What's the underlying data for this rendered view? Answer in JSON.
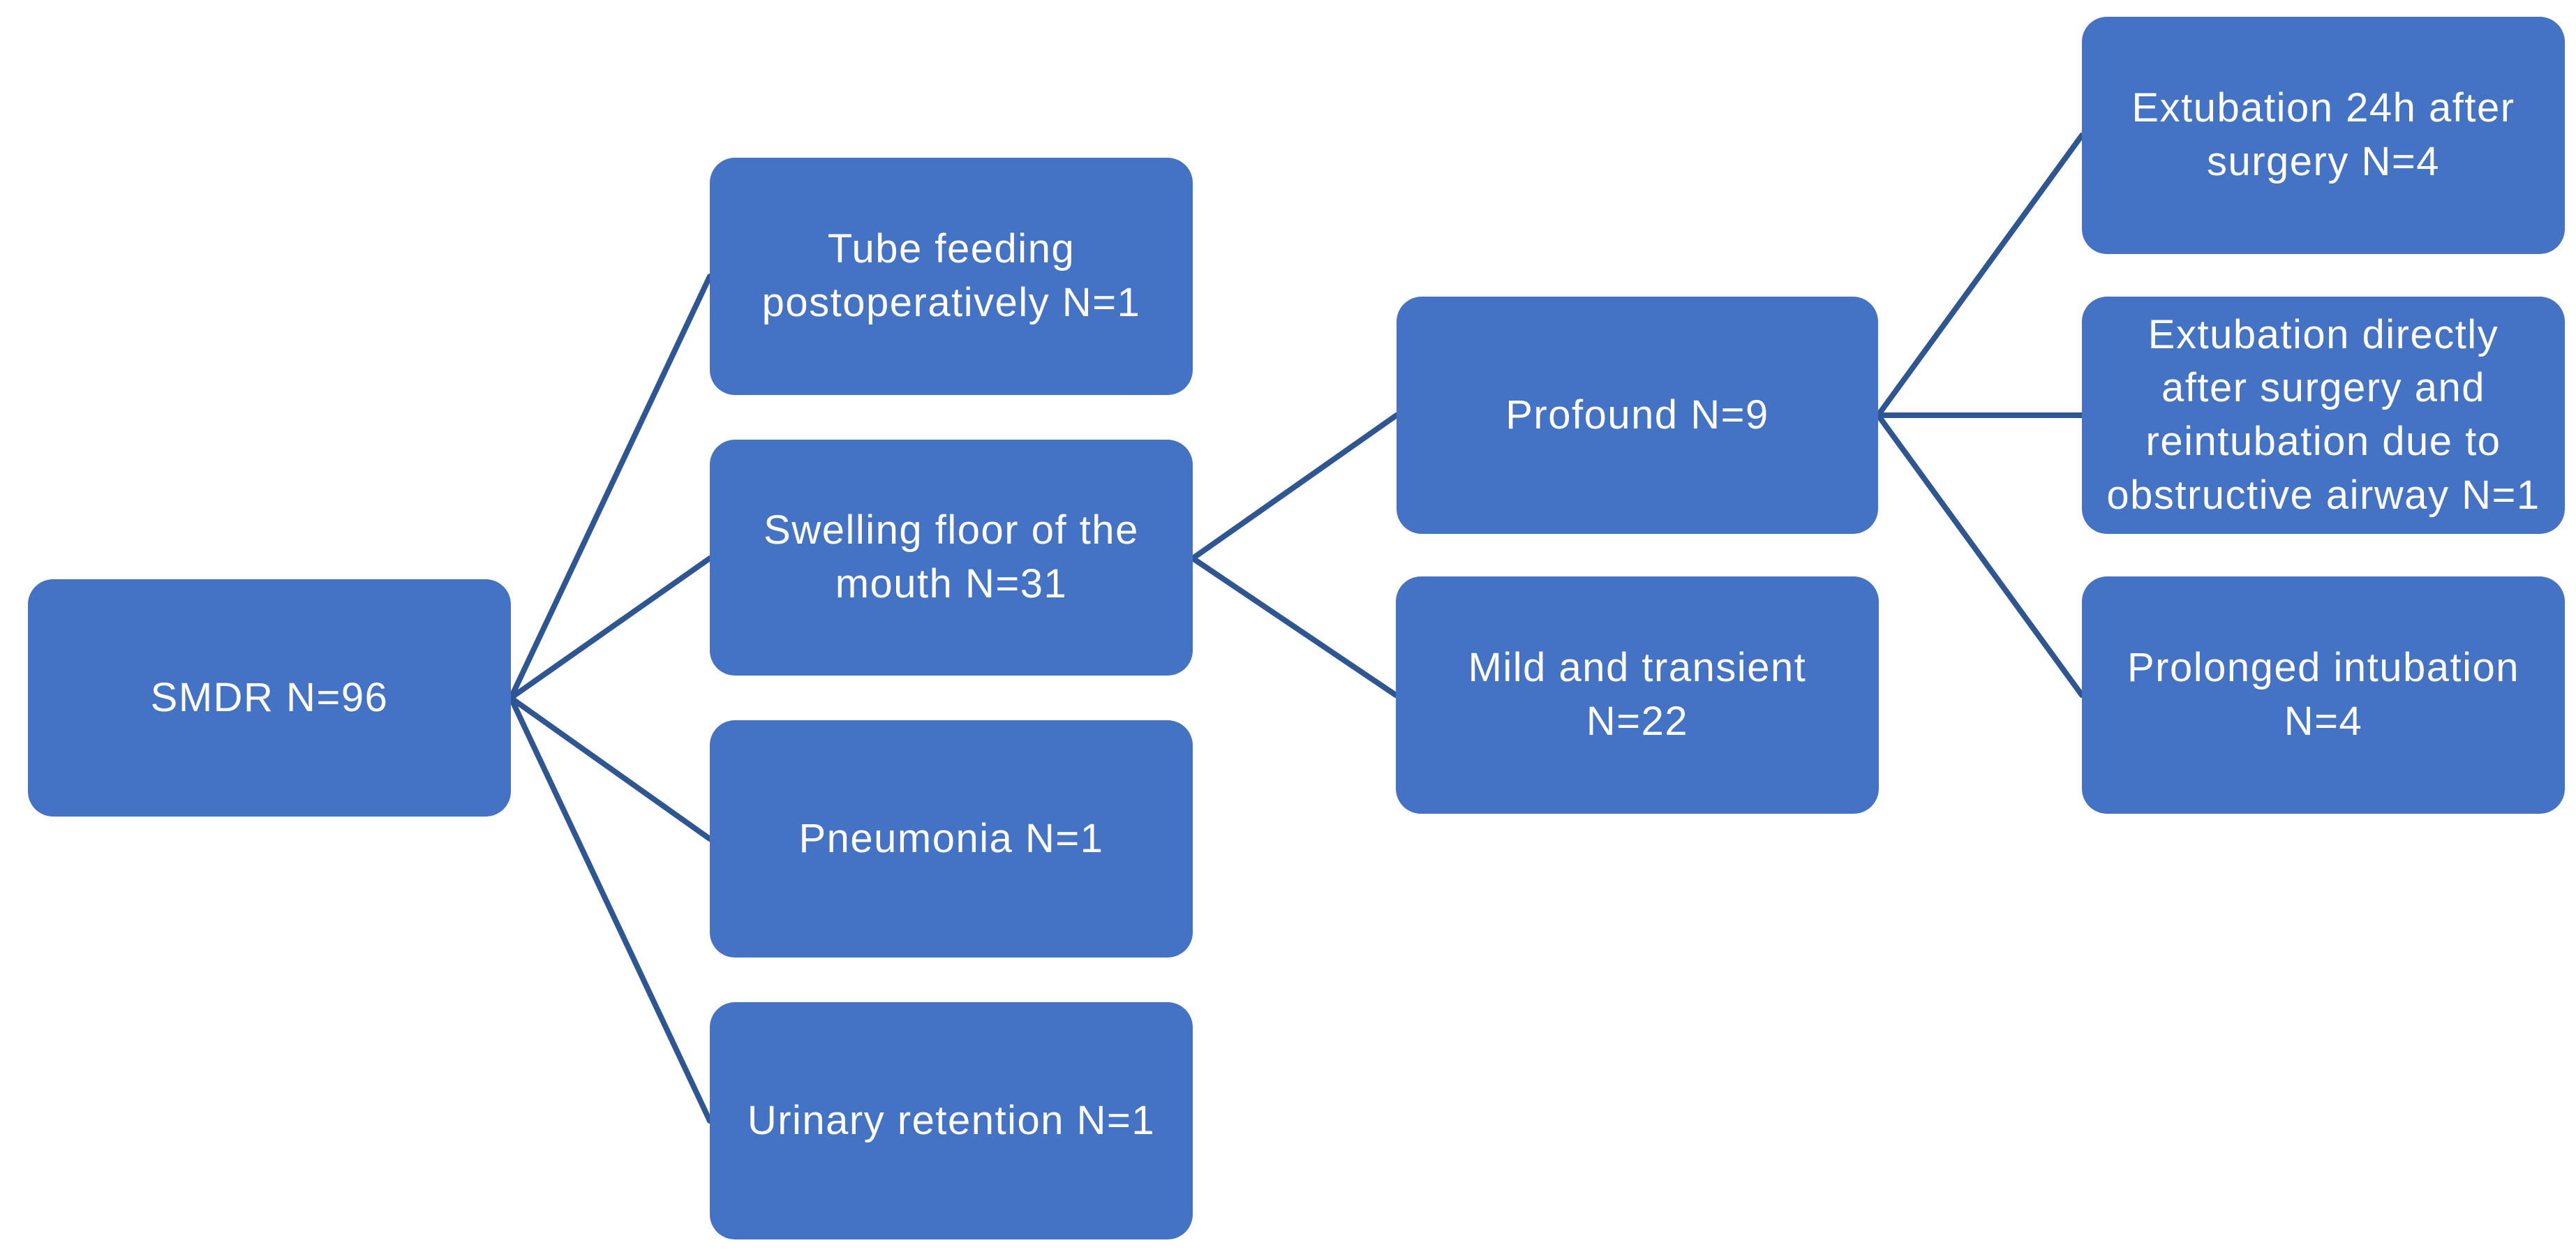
{
  "colors": {
    "node_fill": "#4472C4",
    "connector": "#2E5693",
    "node_text": "#FFFFFF",
    "background": "#FFFFFF"
  },
  "flowchart": {
    "nodes": {
      "smdr": {
        "label": "SMDR N=96",
        "n": 96
      },
      "tube": {
        "label": "Tube feeding\npostoperatively N=1",
        "n": 1
      },
      "swelling": {
        "label": "Swelling floor of the\nmouth N=31",
        "n": 31
      },
      "pneumonia": {
        "label": "Pneumonia N=1",
        "n": 1
      },
      "urinary": {
        "label": "Urinary retention N=1",
        "n": 1
      },
      "profound": {
        "label": "Profound N=9",
        "n": 9
      },
      "mild": {
        "label": "Mild and transient\nN=22",
        "n": 22
      },
      "ext24": {
        "label": "Extubation 24h after\nsurgery N=4",
        "n": 4
      },
      "extdirect": {
        "label": "Extubation directly\nafter surgery and\nreintubation due to\nobstructive airway N=1",
        "n": 1
      },
      "prolonged": {
        "label": "Prolonged intubation\nN=4",
        "n": 4
      }
    },
    "edges": [
      {
        "from": "smdr",
        "to": "tube"
      },
      {
        "from": "smdr",
        "to": "swelling"
      },
      {
        "from": "smdr",
        "to": "pneumonia"
      },
      {
        "from": "smdr",
        "to": "urinary"
      },
      {
        "from": "swelling",
        "to": "profound"
      },
      {
        "from": "swelling",
        "to": "mild"
      },
      {
        "from": "profound",
        "to": "ext24"
      },
      {
        "from": "profound",
        "to": "extdirect"
      },
      {
        "from": "profound",
        "to": "prolonged"
      }
    ]
  }
}
